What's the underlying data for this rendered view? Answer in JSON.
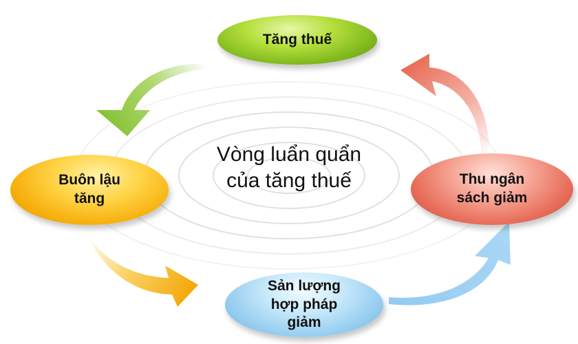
{
  "center_title": "Vòng luẩn quẩn\ncủa tăng thuế",
  "nodes": {
    "top": "Tăng thuế",
    "right": "Thu ngân\nsách giảm",
    "bottom": "Sản lượng\nhợp pháp\ngiảm",
    "left": "Buôn lậu\ntăng"
  },
  "colors": {
    "top_node": "#8cc42a",
    "right_node": "#e86f5c",
    "bottom_node": "#95cdef",
    "left_node": "#f7b10f",
    "arrow_green": "#8cc63f",
    "arrow_orange": "#f5a500",
    "arrow_blue": "#8ec8f0",
    "arrow_red": "#ec7763",
    "rings": "#e2e2e2"
  }
}
